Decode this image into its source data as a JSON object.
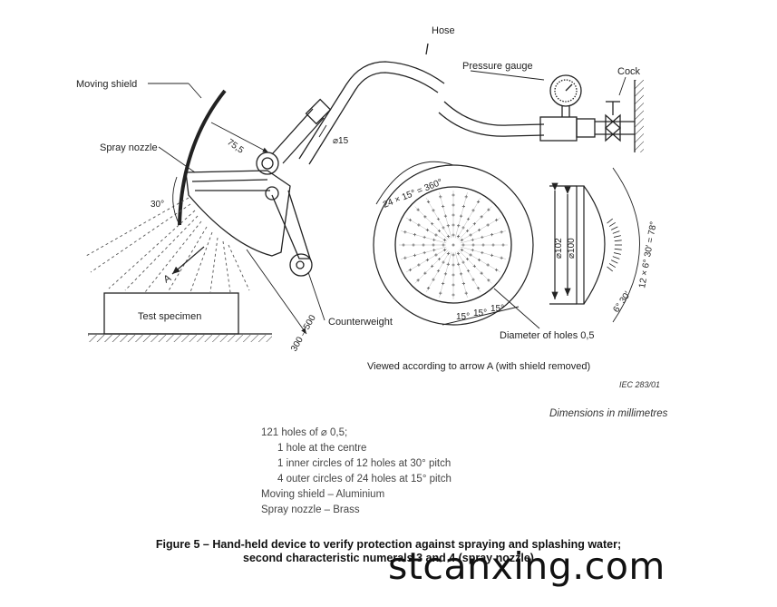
{
  "labels": {
    "hose": "Hose",
    "pressure_gauge": "Pressure gauge",
    "cock": "Cock",
    "moving_shield": "Moving shield",
    "spray_nozzle": "Spray nozzle",
    "angle_30": "30°",
    "dim_75_5": "75,5",
    "dim_d15": "⌀15",
    "arrow_a": "A",
    "test_specimen": "Test specimen",
    "counterweight": "Counterweight",
    "dim_300_500": "300 – 500",
    "pitch_360": "24 × 15° = 360°",
    "pitch_15a": "15°",
    "pitch_15b": "15°",
    "pitch_15c": "15°",
    "diameter_holes": "Diameter of holes 0,5",
    "d102": "⌀102",
    "d100": "⌀100",
    "arc_78": "12 × 6° 30′ = 78°",
    "arc_6_30": "6° 30′"
  },
  "viewed_note": "Viewed according to arrow A (with shield removed)",
  "iec_ref": "IEC   283/01",
  "dimensions_note": "Dimensions in millimetres",
  "notes": [
    "121 holes of ⌀ 0,5;",
    "1 hole at the centre",
    "1 inner circles of 12 holes at 30° pitch",
    "4 outer circles of 24 holes at 15° pitch",
    "Moving shield – Aluminium",
    "Spray nozzle – Brass"
  ],
  "caption": {
    "line1": "Figure 5 – Hand-held device to verify protection against spraying and splashing water;",
    "line2": "second characteristic numerals 3 and 4 (spray nozzle)"
  },
  "watermark": "stcanxing.com"
}
